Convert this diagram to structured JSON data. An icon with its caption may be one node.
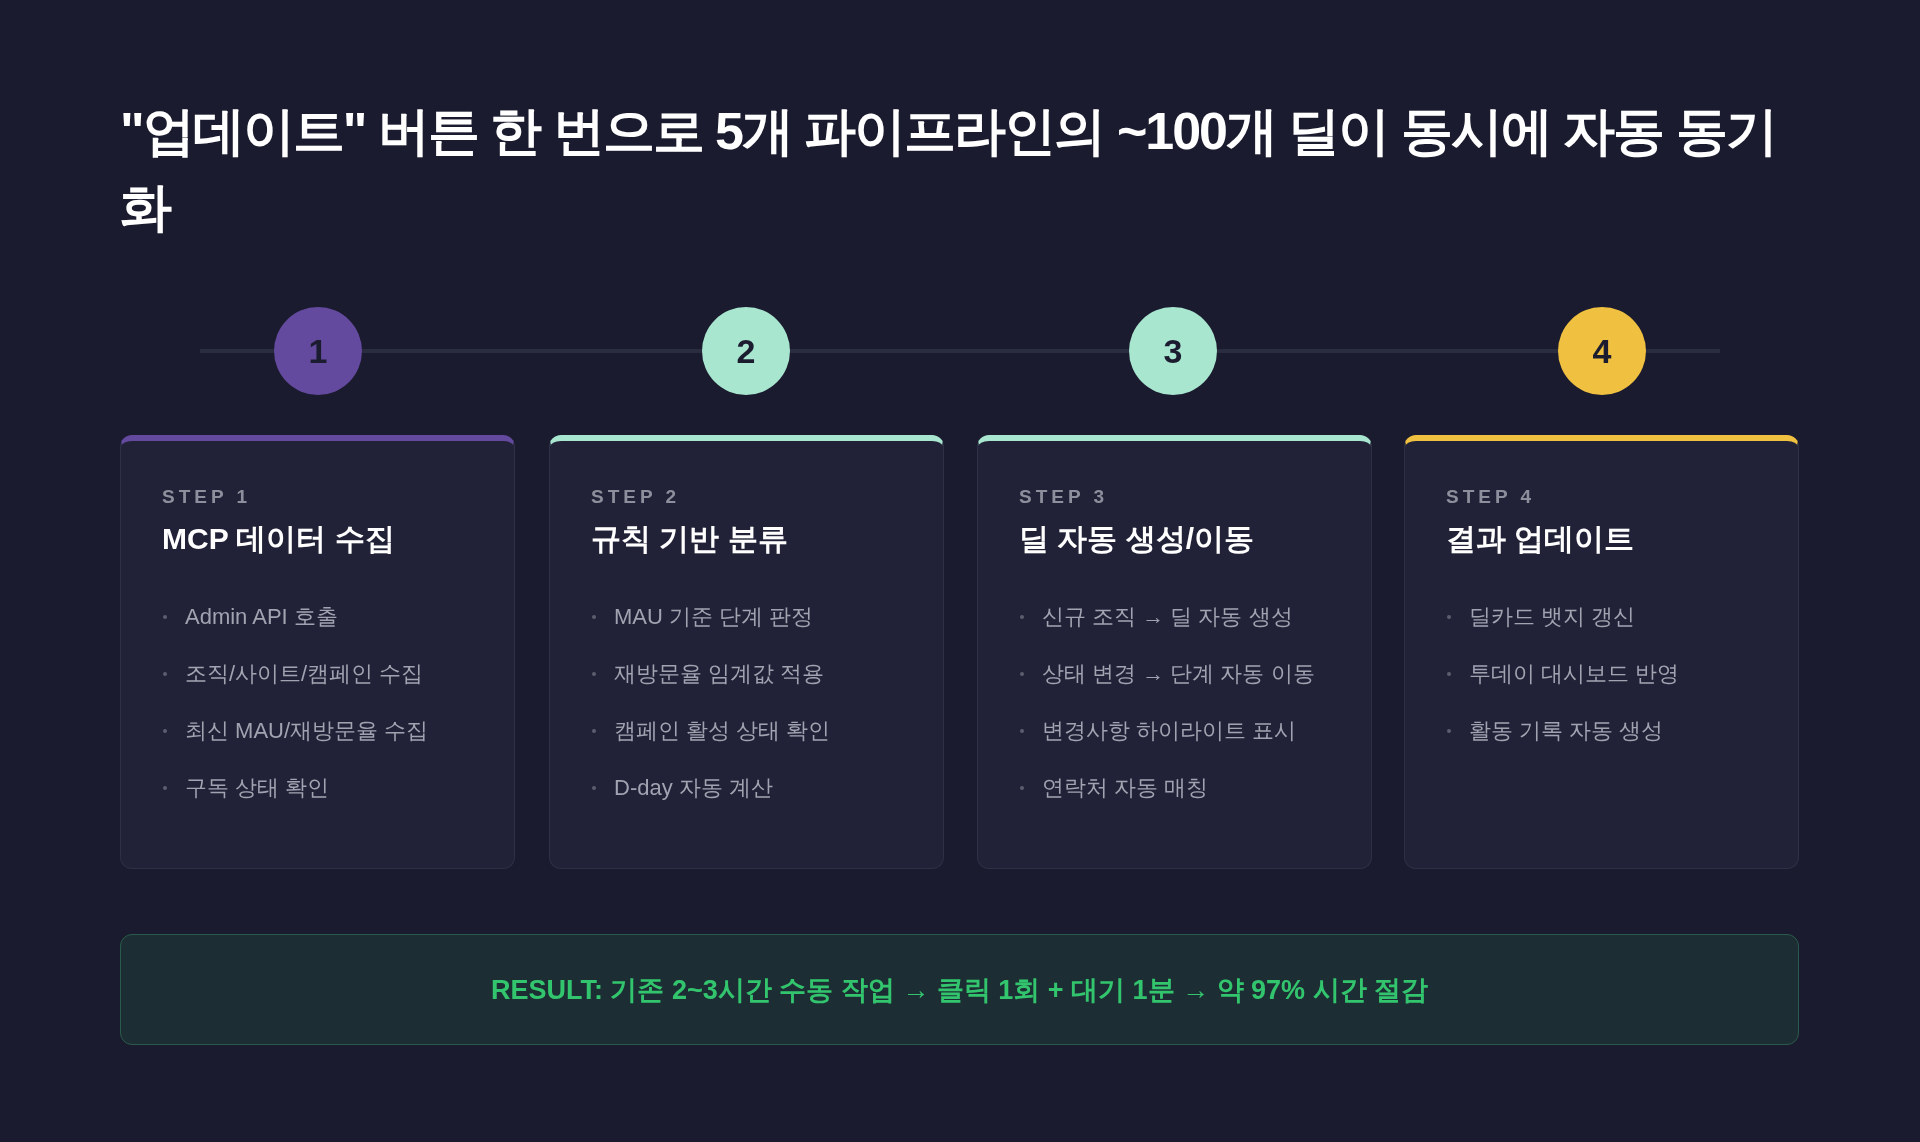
{
  "diagram": {
    "title": "\"업데이트\" 버튼 한 번으로 5개 파이프라인의 ~100개 딜이 동시에 자동 동기화",
    "nodes": [
      {
        "text": [
          "1"
        ]
      },
      {
        "text": [
          "2"
        ]
      },
      {
        "text": [
          "3"
        ]
      },
      {
        "text": [
          "4"
        ]
      },
      {
        "text": [
          "STEP 1",
          "MCP 데이터 수집",
          "Admin API 호출",
          "조직/사이트/캠페인 수집",
          "최신 MAU/재방문율 수집",
          "구독 상태 확인"
        ]
      },
      {
        "text": [
          "STEP 2",
          "규칙 기반 분류",
          "MAU 기준 단계 판정",
          "재방문율 임계값 적용",
          "캠페인 활성 상태 확인",
          "D-day 자동 계산"
        ]
      },
      {
        "text": [
          "STEP 3",
          "딜 자동 생성/이동",
          "신규 조직 → 딜 자동 생성",
          "상태 변경 → 단계 자동 이동",
          "변경사항 하이라이트 표시",
          "연락처 자동 매칭"
        ]
      },
      {
        "text": [
          "STEP 4",
          "결과 업데이트",
          "딜카드 뱃지 갱신",
          "투데이 대시보드 반영",
          "활동 기록 자동 생성"
        ]
      },
      {
        "text": [
          "RESULT: 기존 2~3시간 수동 작업 → 클릭 1회 + 대기 1분 → 약 97% 시간 절감"
        ]
      }
    ],
    "edges": [
      {
        "from": null,
        "to": 0,
        "arrow": "none"
      },
      {
        "from": 0,
        "to": 1,
        "arrow": "none"
      },
      {
        "from": 1,
        "to": 2,
        "arrow": "none"
      },
      {
        "from": 2,
        "to": 3,
        "arrow": "none"
      },
      {
        "from": 3,
        "to": null,
        "arrow": "none"
      }
    ]
  }
}
